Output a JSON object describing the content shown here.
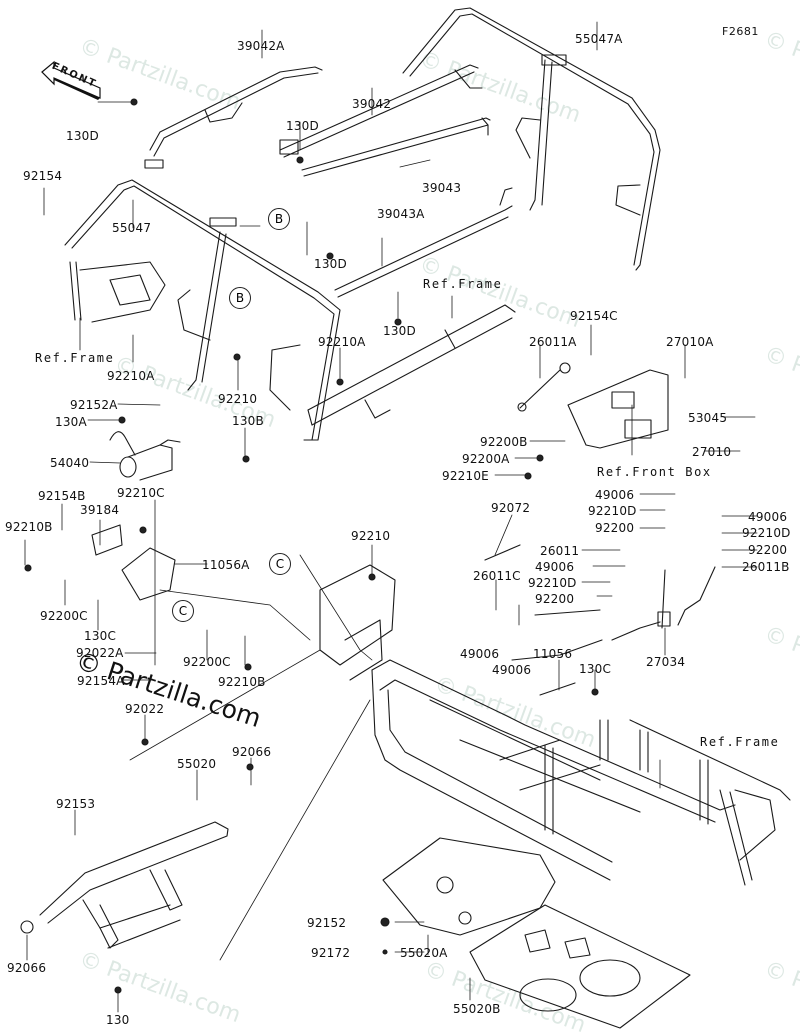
{
  "figure_id": "F2681",
  "watermark": "© Partzilla.com",
  "front_arrow": "FRONT",
  "ref_labels": {
    "frame_left": "Ref.Frame",
    "frame_mid": "Ref.Frame",
    "frame_right": "Ref.Frame",
    "front_box": "Ref.Front Box"
  },
  "callouts": {
    "b1": "B",
    "b2": "B",
    "c1": "C",
    "c2": "C"
  },
  "parts": [
    {
      "id": "p1",
      "number": "39042A"
    },
    {
      "id": "p2",
      "number": "55047A"
    },
    {
      "id": "p3",
      "number": "130D"
    },
    {
      "id": "p4",
      "number": "39042"
    },
    {
      "id": "p5",
      "number": "130D"
    },
    {
      "id": "p6",
      "number": "39043"
    },
    {
      "id": "p7",
      "number": "92154"
    },
    {
      "id": "p8",
      "number": "55047"
    },
    {
      "id": "p9",
      "number": "130D"
    },
    {
      "id": "p10",
      "number": "39043A"
    },
    {
      "id": "p11",
      "number": "130D"
    },
    {
      "id": "p12",
      "number": "92210A"
    },
    {
      "id": "p13",
      "number": "92210A"
    },
    {
      "id": "p14",
      "number": "92210"
    },
    {
      "id": "p15",
      "number": "92152A"
    },
    {
      "id": "p16",
      "number": "130A"
    },
    {
      "id": "p17",
      "number": "130B"
    },
    {
      "id": "p18",
      "number": "54040"
    },
    {
      "id": "p19",
      "number": "92154C"
    },
    {
      "id": "p20",
      "number": "26011A"
    },
    {
      "id": "p21",
      "number": "27010A"
    },
    {
      "id": "p22",
      "number": "53045"
    },
    {
      "id": "p23",
      "number": "27010"
    },
    {
      "id": "p24",
      "number": "92200B"
    },
    {
      "id": "p25",
      "number": "92200A"
    },
    {
      "id": "p26",
      "number": "92210E"
    },
    {
      "id": "p27",
      "number": "92154B"
    },
    {
      "id": "p28",
      "number": "92210C"
    },
    {
      "id": "p29",
      "number": "39184"
    },
    {
      "id": "p30",
      "number": "92210B"
    },
    {
      "id": "p31",
      "number": "11056A"
    },
    {
      "id": "p32",
      "number": "92200C"
    },
    {
      "id": "p33",
      "number": "130C"
    },
    {
      "id": "p34",
      "number": "92022A"
    },
    {
      "id": "p35",
      "number": "92200C"
    },
    {
      "id": "p36",
      "number": "92210B"
    },
    {
      "id": "p37",
      "number": "92154A"
    },
    {
      "id": "p38",
      "number": "92210"
    },
    {
      "id": "p39",
      "number": "92072"
    },
    {
      "id": "p40",
      "number": "49006"
    },
    {
      "id": "p41",
      "number": "92210D"
    },
    {
      "id": "p42",
      "number": "92200"
    },
    {
      "id": "p43",
      "number": "26011"
    },
    {
      "id": "p44",
      "number": "49006"
    },
    {
      "id": "p45",
      "number": "92210D"
    },
    {
      "id": "p46",
      "number": "92200"
    },
    {
      "id": "p47",
      "number": "26011C"
    },
    {
      "id": "p48",
      "number": "49006"
    },
    {
      "id": "p49",
      "number": "92210D"
    },
    {
      "id": "p50",
      "number": "92200"
    },
    {
      "id": "p51",
      "number": "26011B"
    },
    {
      "id": "p52",
      "number": "49006"
    },
    {
      "id": "p53",
      "number": "49006"
    },
    {
      "id": "p54",
      "number": "11056"
    },
    {
      "id": "p55",
      "number": "130C"
    },
    {
      "id": "p56",
      "number": "27034"
    },
    {
      "id": "p57",
      "number": "92022"
    },
    {
      "id": "p58",
      "number": "92066"
    },
    {
      "id": "p59",
      "number": "55020"
    },
    {
      "id": "p60",
      "number": "92153"
    },
    {
      "id": "p61",
      "number": "92066"
    },
    {
      "id": "p62",
      "number": "130"
    },
    {
      "id": "p63",
      "number": "92152"
    },
    {
      "id": "p64",
      "number": "92172"
    },
    {
      "id": "p65",
      "number": "55020A"
    },
    {
      "id": "p66",
      "number": "55020B"
    }
  ]
}
